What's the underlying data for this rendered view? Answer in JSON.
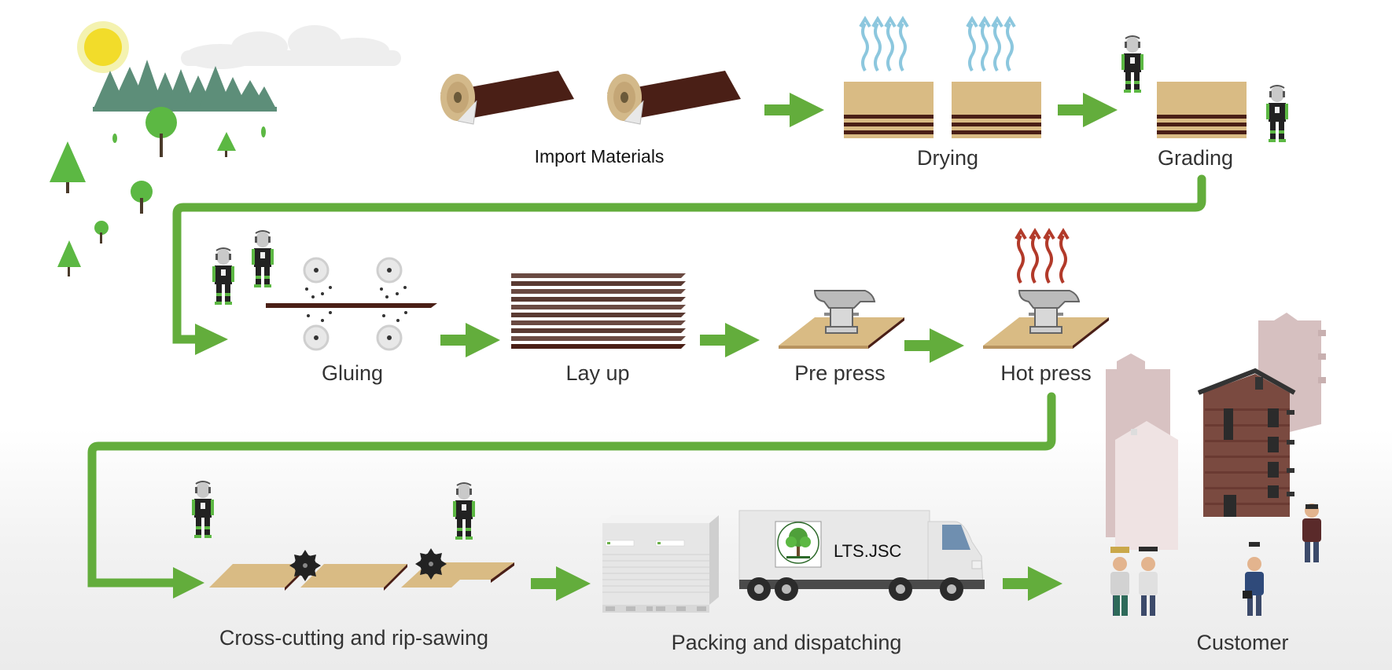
{
  "steps": {
    "import_materials": "Import Materials",
    "drying": "Drying",
    "grading": "Grading",
    "gluing": "Gluing",
    "lay_up": "Lay up",
    "pre_press": "Pre press",
    "hot_press": "Hot press",
    "cross_cutting": "Cross-cutting and rip-sawing",
    "packing": "Packing and dispatching",
    "customer": "Customer"
  },
  "truck": {
    "brand": "LTS.JSC"
  },
  "colors": {
    "arrow_green": "#63ad3c",
    "veneer": "#4a1f16",
    "plywood": "#d9bb84",
    "steam": "#8cc7de",
    "heat": "#b23a2a",
    "tree": "#6a9e7d",
    "sun": "#f2dc2a"
  },
  "icons": [
    "sun-icon",
    "tree-icon",
    "veneer-roll-icon",
    "steam-icon",
    "heat-icon",
    "worker-icon",
    "roller-icon",
    "anvil-press-icon",
    "saw-blade-icon",
    "pallet-icon",
    "truck-icon",
    "building-icon",
    "person-icon"
  ]
}
